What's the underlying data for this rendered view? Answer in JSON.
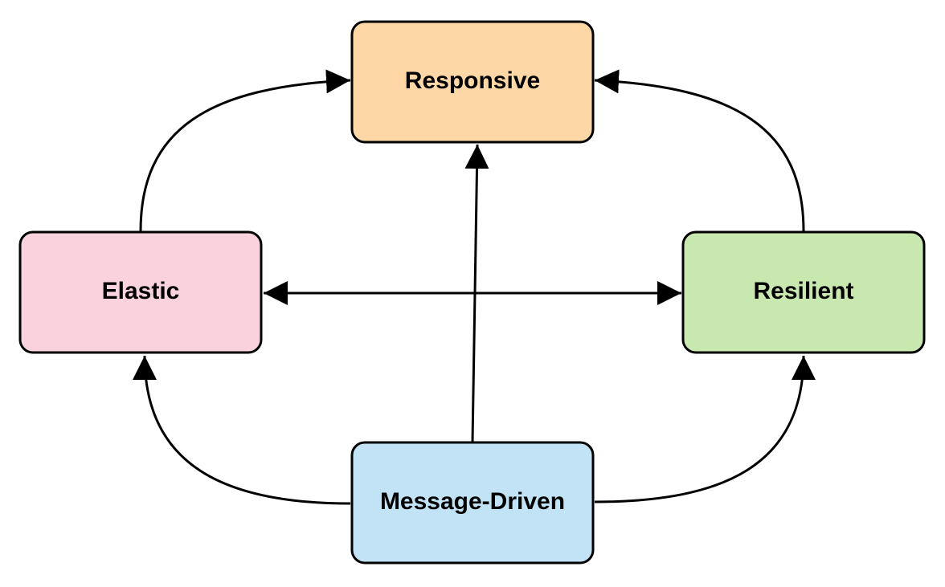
{
  "diagram": {
    "nodes": [
      {
        "id": "responsive",
        "label": "Responsive",
        "fill": "#fdd8a6"
      },
      {
        "id": "elastic",
        "label": "Elastic",
        "fill": "#f9d2de"
      },
      {
        "id": "resilient",
        "label": "Resilient",
        "fill": "#c8e8b0"
      },
      {
        "id": "message-driven",
        "label": "Message-Driven",
        "fill": "#c2e3f6"
      }
    ],
    "edges": [
      {
        "from": "elastic",
        "to": "responsive"
      },
      {
        "from": "resilient",
        "to": "responsive"
      },
      {
        "from": "message-driven",
        "to": "responsive"
      },
      {
        "from": "elastic",
        "to": "resilient",
        "bidirectional": true
      },
      {
        "from": "message-driven",
        "to": "elastic"
      },
      {
        "from": "message-driven",
        "to": "resilient"
      }
    ],
    "stroke_color": "#000000"
  }
}
